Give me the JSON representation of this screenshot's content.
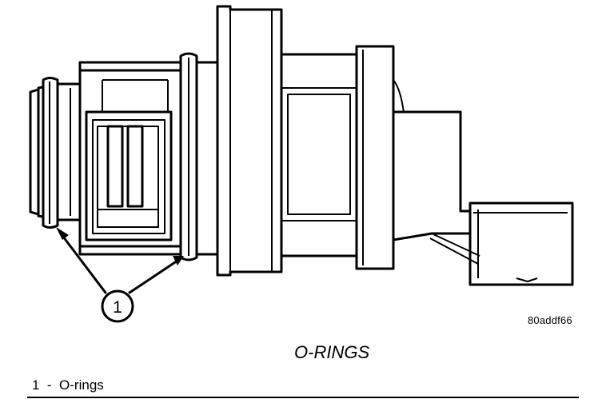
{
  "figure": {
    "callout_number": "1",
    "code": "80addf66",
    "title": "O-RINGS"
  },
  "legend": {
    "number": "1",
    "separator": "-",
    "label": "O-rings"
  }
}
